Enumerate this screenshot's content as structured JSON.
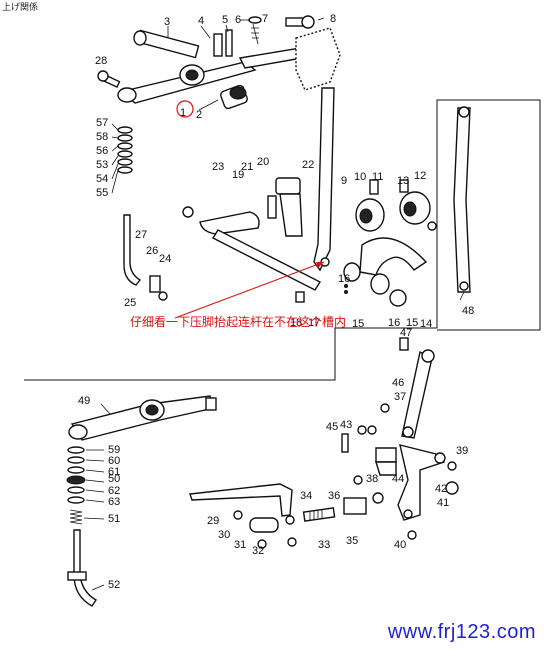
{
  "header": {
    "title": "上げ関係"
  },
  "annotation": {
    "text": "仔细看一下压脚抬起连杆在不在这个槽内",
    "color": "#e01010"
  },
  "watermark": {
    "text": "www.frj123.com",
    "color": "#1f1fd6"
  },
  "callouts": [
    "1",
    "2",
    "3",
    "4",
    "5",
    "6",
    "7",
    "8",
    "9",
    "10",
    "11",
    "12",
    "13",
    "14",
    "15",
    "15",
    "16",
    "16",
    "17",
    "18",
    "19",
    "20",
    "21",
    "22",
    "23",
    "24",
    "25",
    "26",
    "27",
    "28",
    "29",
    "30",
    "31",
    "32",
    "33",
    "34",
    "35",
    "36",
    "37",
    "38",
    "39",
    "40",
    "41",
    "42",
    "43",
    "44",
    "45",
    "46",
    "47",
    "48",
    "49",
    "50",
    "51",
    "52",
    "53",
    "54",
    "55",
    "56",
    "57",
    "58",
    "59",
    "60",
    "61",
    "62",
    "63"
  ]
}
